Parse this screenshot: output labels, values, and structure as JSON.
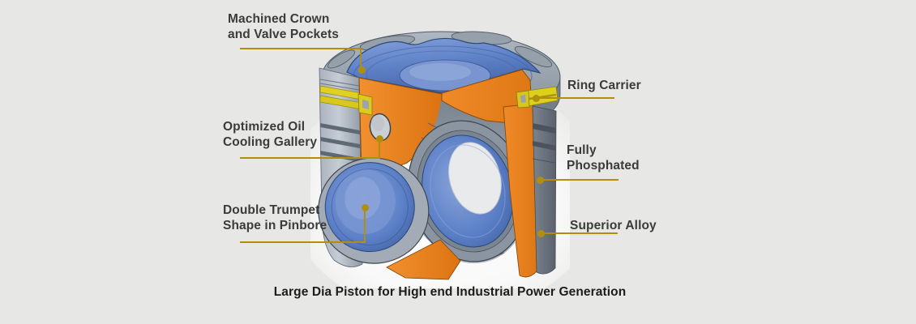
{
  "diagram": {
    "title": "Large dia piston cutaway feature diagram",
    "caption": "Large Dia Piston for High end Industrial Power Generation",
    "labels": [
      {
        "id": "machined-crown",
        "lines": [
          "Machined Crown",
          "and Valve Pockets"
        ]
      },
      {
        "id": "ring-carrier",
        "lines": [
          "Ring Carrier"
        ]
      },
      {
        "id": "oil-gallery",
        "lines": [
          "Optimized Oil",
          "Cooling Gallery"
        ]
      },
      {
        "id": "fully-phosphated",
        "lines": [
          "Fully",
          "Phosphated"
        ]
      },
      {
        "id": "double-trumpet",
        "lines": [
          "Double Trumpet",
          "Shape in Pinbore"
        ]
      },
      {
        "id": "superior-alloy",
        "lines": [
          "Superior Alloy"
        ]
      }
    ],
    "colors": {
      "background": "#e7e7e6",
      "leader_line": "#b28e0d",
      "label_text": "#3b3b3b",
      "caption_text": "#1c1c1c",
      "section_orange": "#ee8322",
      "crown_blue": "#5d80c6",
      "body_gray": "#98a2ae",
      "ring_carrier_yellow": "#ddd01d"
    }
  }
}
